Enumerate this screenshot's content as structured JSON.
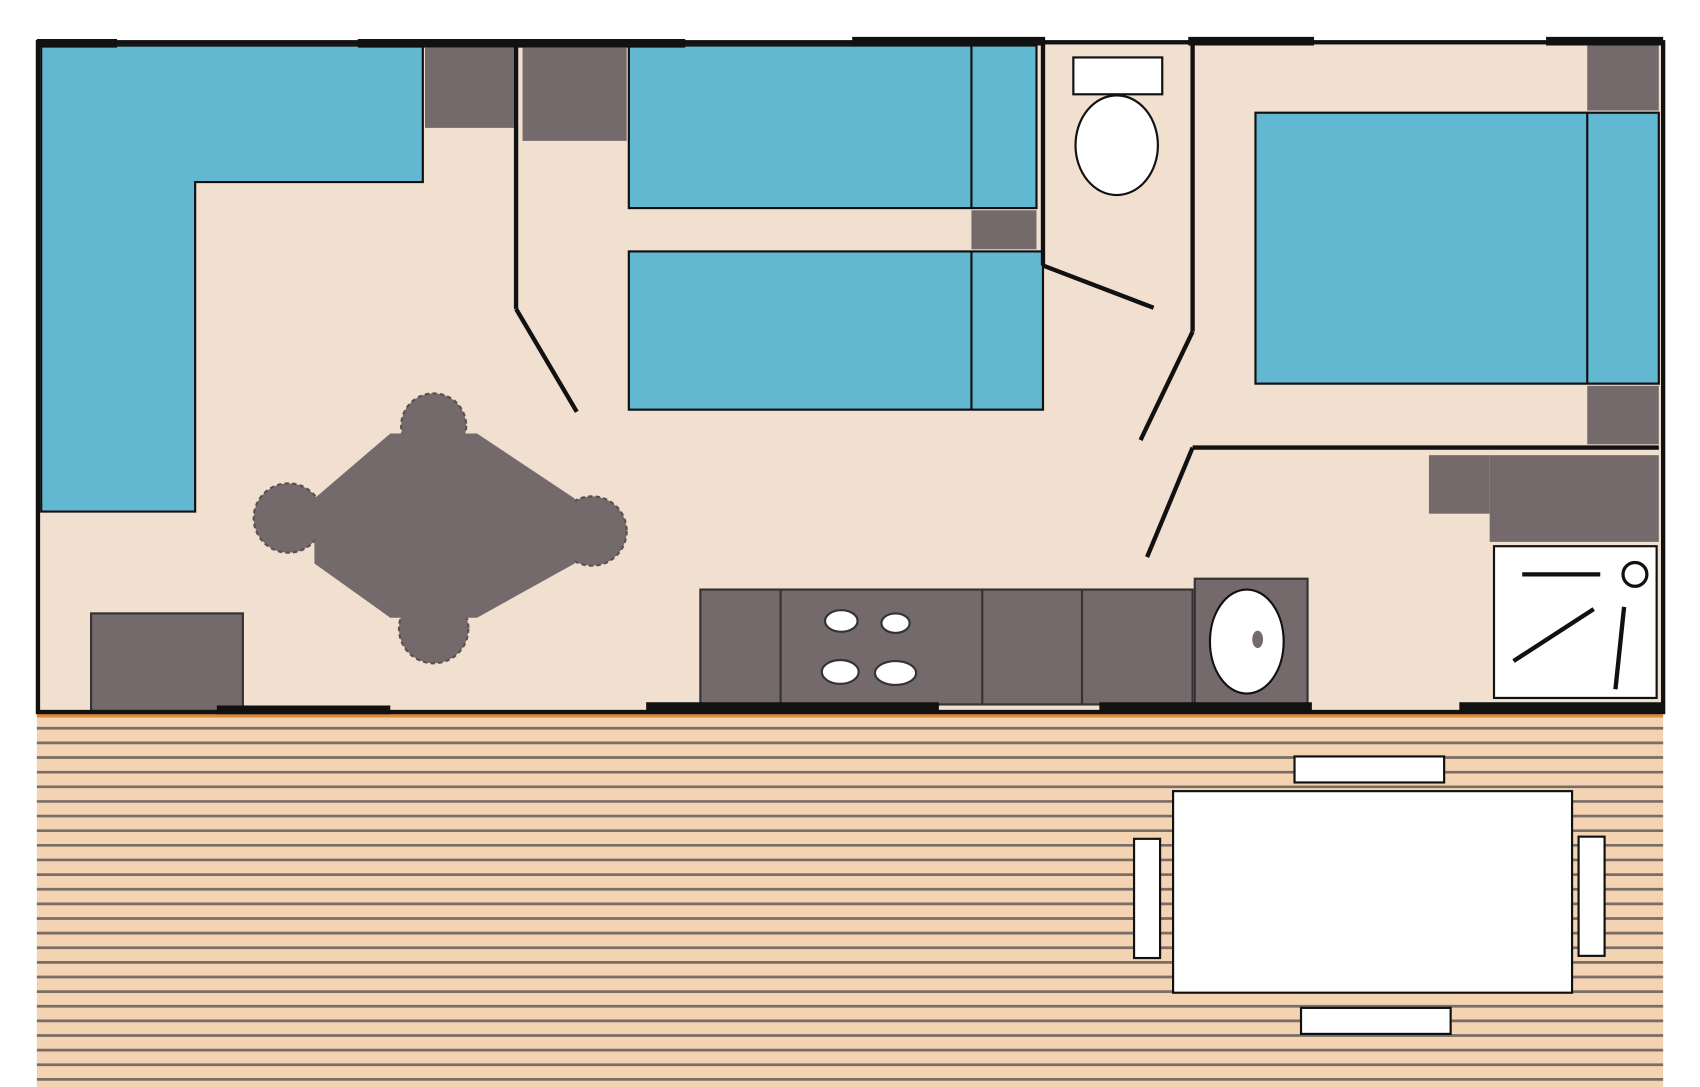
{
  "colors": {
    "floor": "#f1dfcf",
    "bed": "#62b7d1",
    "furniture": "#756a6b",
    "wall": "#111111",
    "deck_light": "#f3d3b2",
    "deck_line": "#7a6d66",
    "fixture": "#ffffff"
  },
  "plan": {
    "rooms": [
      "living-kitchen",
      "twin-bedroom",
      "toilet",
      "master-bedroom",
      "shower-room",
      "terrace"
    ]
  }
}
